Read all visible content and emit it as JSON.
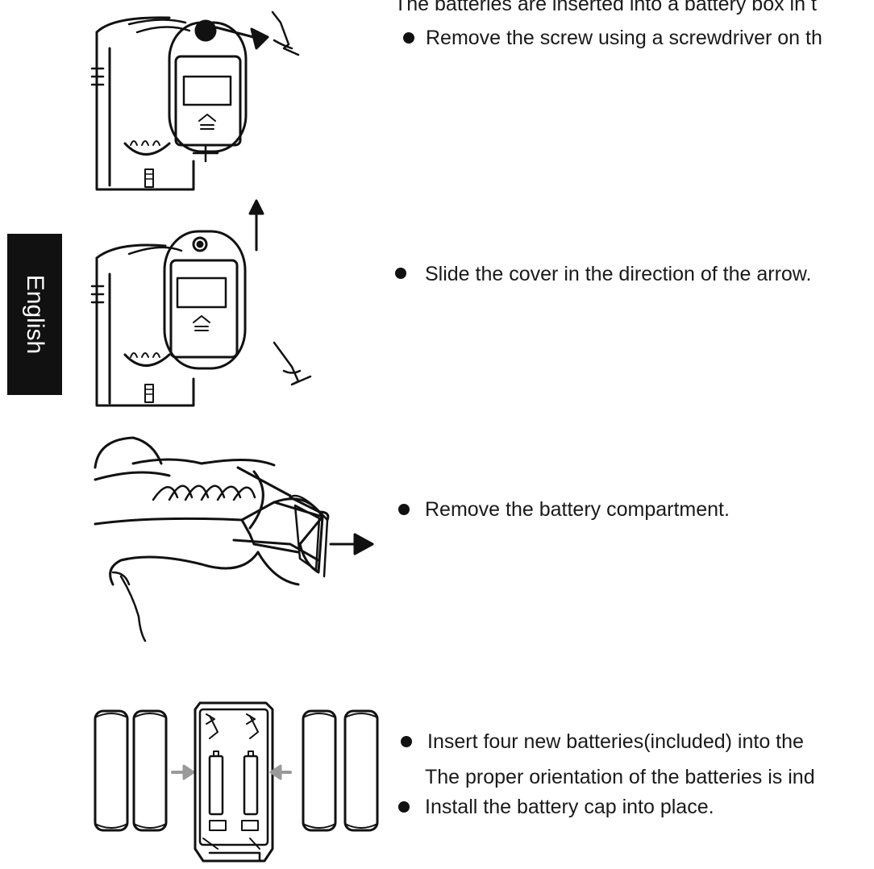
{
  "language_tab": "English",
  "steps": {
    "intro": "The batteries are inserted into a battery box in t",
    "remove_screw": "Remove the screw using a screwdriver on th",
    "slide_cover": "Slide the cover in the direction of the arrow.",
    "remove_compartment": "Remove the battery compartment.",
    "insert_batteries": "Insert four new batteries(included) into the",
    "orientation": "The proper orientation of the batteries is ind",
    "install_cap": "Install the battery cap into place."
  },
  "colors": {
    "ink": "#111111",
    "text": "#1a1a1a",
    "tab": "#111111",
    "grey_arrow": "#9a9a9a"
  }
}
